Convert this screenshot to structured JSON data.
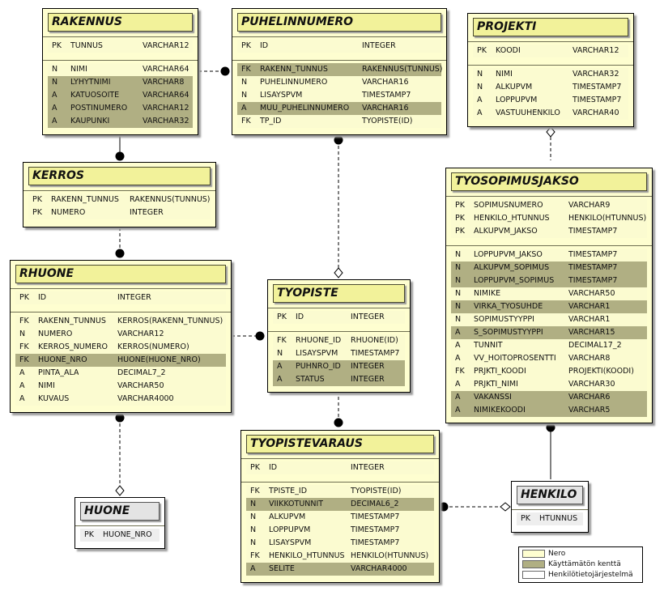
{
  "colors": {
    "entity_bg": "#fefed0",
    "title_bg": "#f2f29a",
    "unused_bg": "#b0af83",
    "person_system_bg": "#ffffff"
  },
  "entities": {
    "rakennus": {
      "name": "RAKENNUS",
      "keys": [
        [
          "PK",
          "TUNNUS",
          "VARCHAR12",
          false
        ]
      ],
      "attrs": [
        [
          "N",
          "NIMI",
          "VARCHAR64",
          false
        ],
        [
          "N",
          "LYHYTNIMI",
          "VARCHAR8",
          true
        ],
        [
          "A",
          "KATUOSOITE",
          "VARCHAR64",
          true
        ],
        [
          "A",
          "POSTINUMERO",
          "VARCHAR12",
          true
        ],
        [
          "A",
          "KAUPUNKI",
          "VARCHAR32",
          true
        ]
      ]
    },
    "puhelinnumero": {
      "name": "PUHELINNUMERO",
      "keys": [
        [
          "PK",
          "ID",
          "INTEGER",
          false
        ]
      ],
      "attrs": [
        [
          "FK",
          "RAKENN_TUNNUS",
          "RAKENNUS(TUNNUS)",
          true
        ],
        [
          "N",
          "PUHELINNUMERO",
          "VARCHAR16",
          false
        ],
        [
          "N",
          "LISAYSPVM",
          "TIMESTAMP7",
          false
        ],
        [
          "A",
          "MUU_PUHELINNUMERO",
          "VARCHAR16",
          true
        ],
        [
          "FK",
          "TP_ID",
          "TYOPISTE(ID)",
          false
        ]
      ]
    },
    "projekti": {
      "name": "PROJEKTI",
      "keys": [
        [
          "PK",
          "KOODI",
          "VARCHAR12",
          false
        ]
      ],
      "attrs": [
        [
          "N",
          "NIMI",
          "VARCHAR32",
          false
        ],
        [
          "N",
          "ALKUPVM",
          "TIMESTAMP7",
          false
        ],
        [
          "A",
          "LOPPUPVM",
          "TIMESTAMP7",
          false
        ],
        [
          "A",
          "VASTUUHENKILO",
          "VARCHAR40",
          false
        ]
      ]
    },
    "kerros": {
      "name": "KERROS",
      "keys": [
        [
          "PK",
          "RAKENN_TUNNUS",
          "RAKENNUS(TUNNUS)",
          false
        ],
        [
          "PK",
          "NUMERO",
          "INTEGER",
          false
        ]
      ],
      "attrs": []
    },
    "tyosopimusjakso": {
      "name": "TYOSOPIMUSJAKSO",
      "keys": [
        [
          "PK",
          "SOPIMUSNUMERO",
          "VARCHAR9",
          false
        ],
        [
          "PK",
          "HENKILO_HTUNNUS",
          "HENKILO(HTUNNUS)",
          false
        ],
        [
          "PK",
          "ALKUPVM_JAKSO",
          "TIMESTAMP7",
          false
        ]
      ],
      "attrs": [
        [
          "N",
          "LOPPUPVM_JAKSO",
          "TIMESTAMP7",
          false
        ],
        [
          "N",
          "ALKUPVM_SOPIMUS",
          "TIMESTAMP7",
          true
        ],
        [
          "N",
          "LOPPUPVM_SOPIMUS",
          "TIMESTAMP7",
          true
        ],
        [
          "N",
          "NIMIKE",
          "VARCHAR50",
          false
        ],
        [
          "N",
          "VIRKA_TYOSUHDE",
          "VARCHAR1",
          true
        ],
        [
          "N",
          "SOPIMUSTYYPPI",
          "VARCHAR1",
          false
        ],
        [
          "A",
          "S_SOPIMUSTYYPPI",
          "VARCHAR15",
          true
        ],
        [
          "A",
          "TUNNIT",
          "DECIMAL17_2",
          false
        ],
        [
          "A",
          "VV_HOITOPROSENTTI",
          "VARCHAR8",
          false
        ],
        [
          "FK",
          "PRJKTI_KOODI",
          "PROJEKTI(KOODI)",
          false
        ],
        [
          "A",
          "PRJKTI_NIMI",
          "VARCHAR30",
          false
        ],
        [
          "A",
          "VAKANSSI",
          "VARCHAR6",
          true
        ],
        [
          "A",
          "NIMIKEKOODI",
          "VARCHAR5",
          true
        ]
      ]
    },
    "rhuone": {
      "name": "RHUONE",
      "keys": [
        [
          "PK",
          "ID",
          "INTEGER",
          false
        ]
      ],
      "attrs": [
        [
          "FK",
          "RAKENN_TUNNUS",
          "KERROS(RAKENN_TUNNUS)",
          false
        ],
        [
          "N",
          "NUMERO",
          "VARCHAR12",
          false
        ],
        [
          "FK",
          "KERROS_NUMERO",
          "KERROS(NUMERO)",
          false
        ],
        [
          "FK",
          "HUONE_NRO",
          "HUONE(HUONE_NRO)",
          true
        ],
        [
          "A",
          "PINTA_ALA",
          "DECIMAL7_2",
          false
        ],
        [
          "A",
          "NIMI",
          "VARCHAR50",
          false
        ],
        [
          "A",
          "KUVAUS",
          "VARCHAR4000",
          false
        ]
      ]
    },
    "tyopiste": {
      "name": "TYOPISTE",
      "keys": [
        [
          "PK",
          "ID",
          "INTEGER",
          false
        ]
      ],
      "attrs": [
        [
          "FK",
          "RHUONE_ID",
          "RHUONE(ID)",
          false
        ],
        [
          "N",
          "LISAYSPVM",
          "TIMESTAMP7",
          false
        ],
        [
          "A",
          "PUHNRO_ID",
          "INTEGER",
          true
        ],
        [
          "A",
          "STATUS",
          "INTEGER",
          true
        ]
      ]
    },
    "tyopistevaraus": {
      "name": "TYOPISTEVARAUS",
      "keys": [
        [
          "PK",
          "ID",
          "INTEGER",
          false
        ]
      ],
      "attrs": [
        [
          "FK",
          "TPISTE_ID",
          "TYOPISTE(ID)",
          false
        ],
        [
          "N",
          "VIIKKOTUNNIT",
          "DECIMAL6_2",
          true
        ],
        [
          "N",
          "ALKUPVM",
          "TIMESTAMP7",
          false
        ],
        [
          "N",
          "LOPPUPVM",
          "TIMESTAMP7",
          false
        ],
        [
          "N",
          "LISAYSPVM",
          "TIMESTAMP7",
          false
        ],
        [
          "FK",
          "HENKILO_HTUNNUS",
          "HENKILO(HTUNNUS)",
          false
        ],
        [
          "A",
          "SELITE",
          "VARCHAR4000",
          true
        ]
      ]
    },
    "huone": {
      "name": "HUONE",
      "keys": [
        [
          "PK",
          "HUONE_NRO",
          "",
          false
        ]
      ],
      "attrs": []
    },
    "henkilo": {
      "name": "HENKILO",
      "keys": [
        [
          "PK",
          "HTUNNUS",
          "",
          false
        ]
      ],
      "attrs": []
    }
  },
  "legend": {
    "items": [
      {
        "label": "Nero",
        "color": "#fefed0"
      },
      {
        "label": "Käyttämätön kenttä",
        "color": "#b0af83"
      },
      {
        "label": "Henkilötietojärjestelmä",
        "color": "#ffffff"
      }
    ]
  }
}
